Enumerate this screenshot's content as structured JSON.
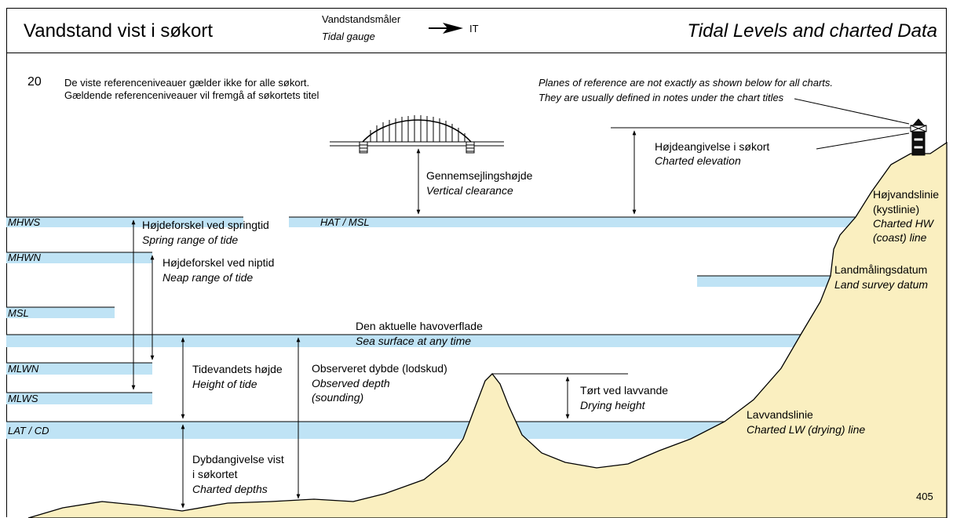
{
  "header": {
    "title_da": "Vandstand vist i søkort",
    "title_en": "Tidal Levels and charted Data",
    "gauge_da": "Vandstandsmåler",
    "gauge_en": "Tidal gauge",
    "gauge_symbol": "IT"
  },
  "section_number": "20",
  "notes": {
    "da_line1": "De viste referenceniveauer gælder ikke for alle søkort.",
    "da_line2": "Gældende referenceniveauer vil fremgå af søkortets titel",
    "en_line1": "Planes of reference are not exactly as shown below for all charts.",
    "en_line2": "They are usually defined in notes under the chart titles"
  },
  "levels": {
    "mhws": "MHWS",
    "mhwn": "MHWN",
    "msl": "MSL",
    "mlwn": "MLWN",
    "mlws": "MLWS",
    "lat_cd": "LAT / CD",
    "hat_msl": "HAT / MSL"
  },
  "labels": {
    "clearance_da": "Gennemsejlingshøjde",
    "clearance_en": "Vertical clearance",
    "elevation_da": "Højdeangivelse i søkort",
    "elevation_en": "Charted elevation",
    "hw_line_da1": "Højvandslinie",
    "hw_line_da2": "(kystlinie)",
    "hw_line_en1": "Charted HW",
    "hw_line_en2": "(coast) line",
    "survey_da": "Landmålingsdatum",
    "survey_en": "Land survey datum",
    "spring_da": "Højdeforskel ved springtid",
    "spring_en": "Spring range of tide",
    "neap_da": "Højdeforskel ved niptid",
    "neap_en": "Neap range of tide",
    "surface_da": "Den aktuelle havoverflade",
    "surface_en": "Sea surface at any time",
    "tide_height_da": "Tidevandets højde",
    "tide_height_en": "Height of tide",
    "observed_da": "Observeret dybde (lodskud)",
    "observed_en1": "Observed depth",
    "observed_en2": "(sounding)",
    "drying_da": "Tørt ved lavvande",
    "drying_en": "Drying height",
    "lw_line_da": "Lavvandslinie",
    "lw_line_en": "Charted LW (drying) line",
    "depths_da1": "Dybdangivelse vist",
    "depths_da2": "i søkortet",
    "depths_en": "Charted depths"
  },
  "page_number": "405",
  "colors": {
    "water_band": "#bfe3f5",
    "land": "#faefc0",
    "ink": "#000000"
  }
}
